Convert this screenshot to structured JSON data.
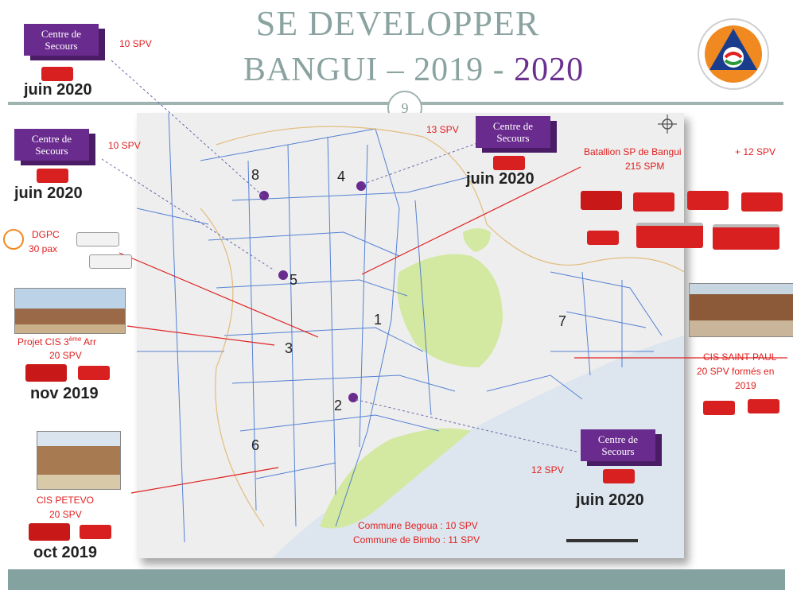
{
  "title": {
    "line1": "SE DEVELOPPER",
    "line2_main": "BANGUI – 2019 - ",
    "line2_hl": "2020"
  },
  "page_number": "9",
  "colors": {
    "title": "#8aa3a0",
    "purple": "#6a2b8e",
    "red": "#e02020",
    "bar": "#83a2a0"
  },
  "centres": [
    {
      "label": "Centre de Secours",
      "spv": "10 SPV",
      "date": "juin 2020"
    },
    {
      "label": "Centre de Secours",
      "spv": "10 SPV",
      "date": "juin 2020"
    },
    {
      "label": "Centre de Secours",
      "spv": "13 SPV",
      "date": "juin 2020"
    },
    {
      "label": "Centre de Secours",
      "spv": "12 SPV",
      "date": "juin 2020"
    }
  ],
  "dgpc": {
    "line1": "DGPC",
    "line2": "30 pax"
  },
  "bataillon": {
    "line1": "Batallion SP de Bangui",
    "line2": "215 SPM",
    "extra": "+ 12 SPV"
  },
  "projet_cis": {
    "line1": "Projet CIS 3",
    "sup": "ème",
    "line1b": " Arr",
    "line2": "20 SPV",
    "date": "nov 2019"
  },
  "cis_petevo": {
    "line1": "CIS PETEVO",
    "line2": "20 SPV",
    "date": "oct 2019"
  },
  "cis_saint_paul": {
    "line1": "CIS SAINT-PAUL",
    "line2": "20 SPV formés en",
    "line3": "2019"
  },
  "communes": {
    "line1": "Commune Begoua : 10 SPV",
    "line2": "Commune de Bimbo : 11 SPV"
  },
  "districts": [
    "8",
    "4",
    "5",
    "1",
    "3",
    "2",
    "6",
    "7"
  ],
  "icons": {
    "logo": "civil-protection-logo",
    "compass": "compass-icon",
    "truck": "fire-truck-icon",
    "pickup": "pickup-icon",
    "photo": "building-photo"
  }
}
